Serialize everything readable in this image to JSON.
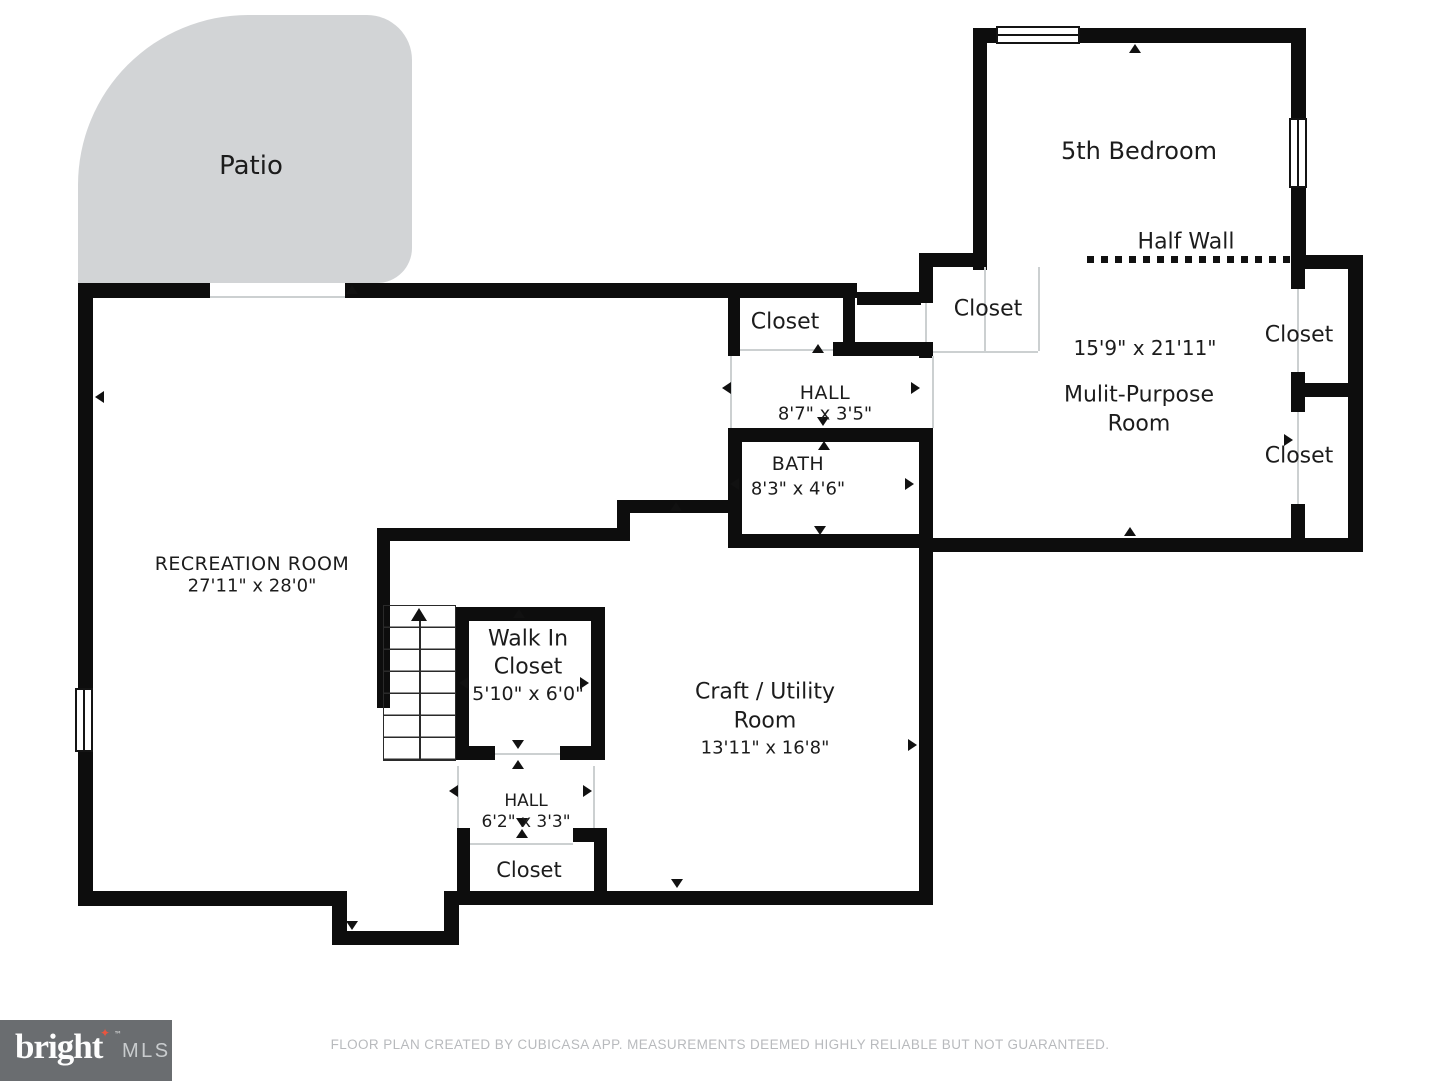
{
  "plan": {
    "patio": "Patio",
    "bedroom5": "5th Bedroom",
    "half_wall": "Half Wall",
    "multi_dims": "15'9\" x 21'11\"",
    "multi_line1": "Mulit-Purpose",
    "multi_line2": "Room",
    "closet_top": "Closet",
    "closet_mid": "Closet",
    "closet_right_upper": "Closet",
    "closet_right_lower": "Closet",
    "closet_bottom": "Closet",
    "hall_top_label": "HALL",
    "hall_top_dims": "8'7\" x 3'5\"",
    "bath_label": "BATH",
    "bath_dims": "8'3\" x 4'6\"",
    "rec_label": "RECREATION ROOM",
    "rec_dims": "27'11\" x 28'0\"",
    "wic_line1": "Walk In",
    "wic_line2": "Closet",
    "wic_dims": "5'10\" x 6'0\"",
    "craft_line1": "Craft / Utility",
    "craft_line2": "Room",
    "craft_dims": "13'11\" x 16'8\"",
    "hall_bottom_label": "HALL",
    "hall_bottom_dims": "6'2\" x 3'3\""
  },
  "footer": {
    "brand_name": "bright",
    "brand_tm": "™",
    "brand_mls": "MLS",
    "brand_star_icon": "✦",
    "disclaimer": "FLOOR PLAN CREATED BY CUBICASA APP. MEASUREMENTS DEEMED HIGHLY RELIABLE BUT NOT GUARANTEED."
  },
  "colors": {
    "wall": "#0d0d0d",
    "patio_fill": "#d2d4d6",
    "opening_line": "#ccd0d1",
    "footer_bg": "#6a6d70",
    "brand_star": "#e8553f",
    "brand_text": "#fdfdfd",
    "disclaimer_text": "#b8babd"
  }
}
